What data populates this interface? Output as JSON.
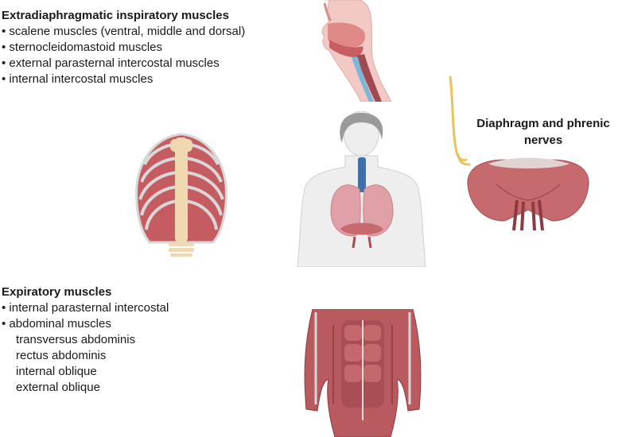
{
  "inspiratory": {
    "title": "Extradiaphragmatic inspiratory muscles",
    "items": [
      "scalene muscles (ventral, middle and dorsal)",
      "sternocleidomastoid muscles",
      "external parasternal intercostal muscles",
      "internal intercostal muscles"
    ]
  },
  "diaphragm": {
    "title": "Diaphragm and phrenic nerves"
  },
  "expiratory": {
    "title": "Expiratory muscles",
    "items": [
      "internal parasternal intercostal",
      "abdominal muscles"
    ],
    "subitems": [
      "transversus abdominis",
      "rectus abdominis",
      "internal oblique",
      "external oblique"
    ]
  },
  "colors": {
    "muscle": "#b85a5e",
    "muscle_dark": "#8e3a40",
    "bone": "#f0d8b0",
    "nerve": "#e8c25a",
    "skin": "#eeeeee",
    "airway": "#3f6fa8",
    "lung": "#e0a0a8"
  }
}
